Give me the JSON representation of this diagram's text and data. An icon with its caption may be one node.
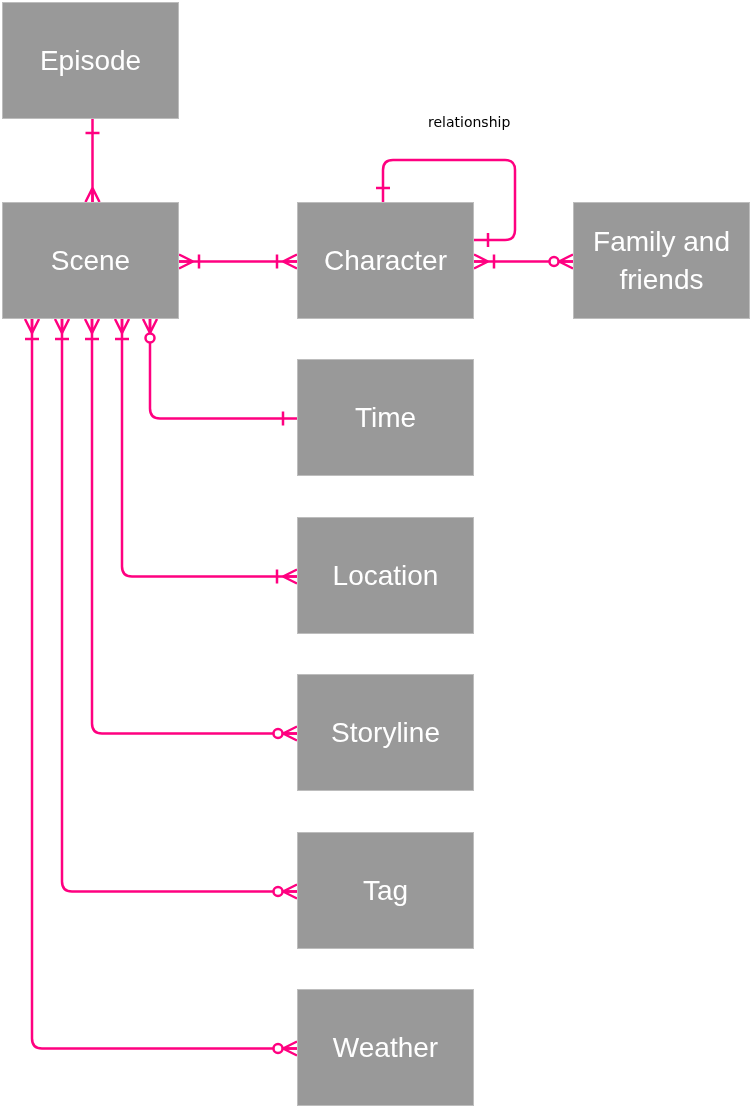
{
  "diagram": {
    "nodes": [
      {
        "text": [
          "Episode"
        ]
      },
      {
        "text": [
          "Scene"
        ]
      },
      {
        "text": [
          "Character"
        ]
      },
      {
        "text": [
          "Family and friends"
        ]
      },
      {
        "text": [
          "Time"
        ]
      },
      {
        "text": [
          "Location"
        ]
      },
      {
        "text": [
          "Storyline"
        ]
      },
      {
        "text": [
          "Tag"
        ]
      },
      {
        "text": [
          "Weather"
        ]
      }
    ],
    "edges": [
      {
        "from": 0,
        "to": 1,
        "arrow": "other"
      },
      {
        "from": 1,
        "to": 2,
        "arrow": "other"
      },
      {
        "from": 2,
        "to": 2,
        "arrow": "other",
        "label": "relationship"
      },
      {
        "from": 2,
        "to": 3,
        "arrow": "other"
      },
      {
        "from": 1,
        "to": 4,
        "arrow": "other"
      },
      {
        "from": 1,
        "to": 5,
        "arrow": "other"
      },
      {
        "from": 1,
        "to": 6,
        "arrow": "other"
      },
      {
        "from": 1,
        "to": 7,
        "arrow": "other"
      },
      {
        "from": 1,
        "to": 8,
        "arrow": "other"
      }
    ]
  }
}
